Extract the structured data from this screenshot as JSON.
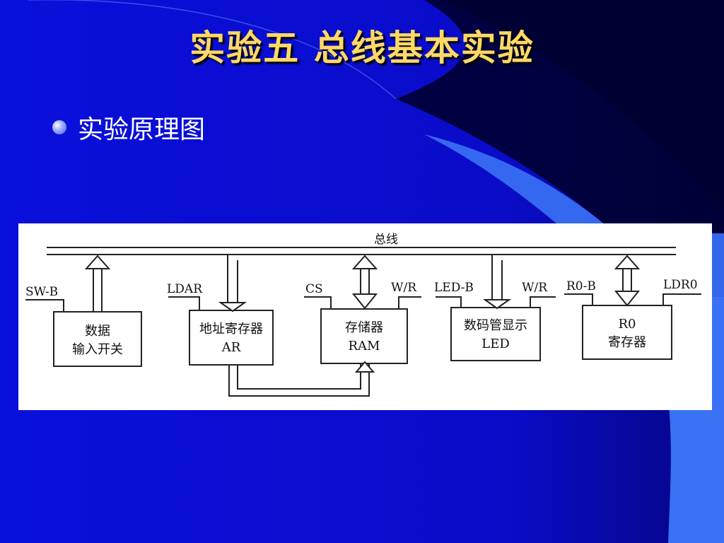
{
  "slide": {
    "title": "实验五 总线基本实验",
    "title_color": "#ffd966",
    "bullet": "实验原理图"
  },
  "diagram": {
    "bus_label": "总线",
    "signals": {
      "sw_b": "SW-B",
      "ldar": "LDAR",
      "cs": "CS",
      "wr1": "W/R",
      "led_b": "LED-B",
      "wr2": "W/R",
      "r0_b": "R0-B",
      "ldr0": "LDR0"
    },
    "blocks": {
      "input_switch": {
        "line1": "数据",
        "line2": "输入开关"
      },
      "address_register": {
        "line1": "地址寄存器",
        "line2": "AR"
      },
      "memory": {
        "line1": "存储器",
        "line2": "RAM"
      },
      "led_display": {
        "line1": "数码管显示",
        "line2": "LED"
      },
      "r0_register": {
        "line1": "R0",
        "line2": "寄存器"
      }
    }
  },
  "colors": {
    "background": "#0b0fd8",
    "accent_light": "#3a72f5",
    "dark": "#00002a"
  }
}
